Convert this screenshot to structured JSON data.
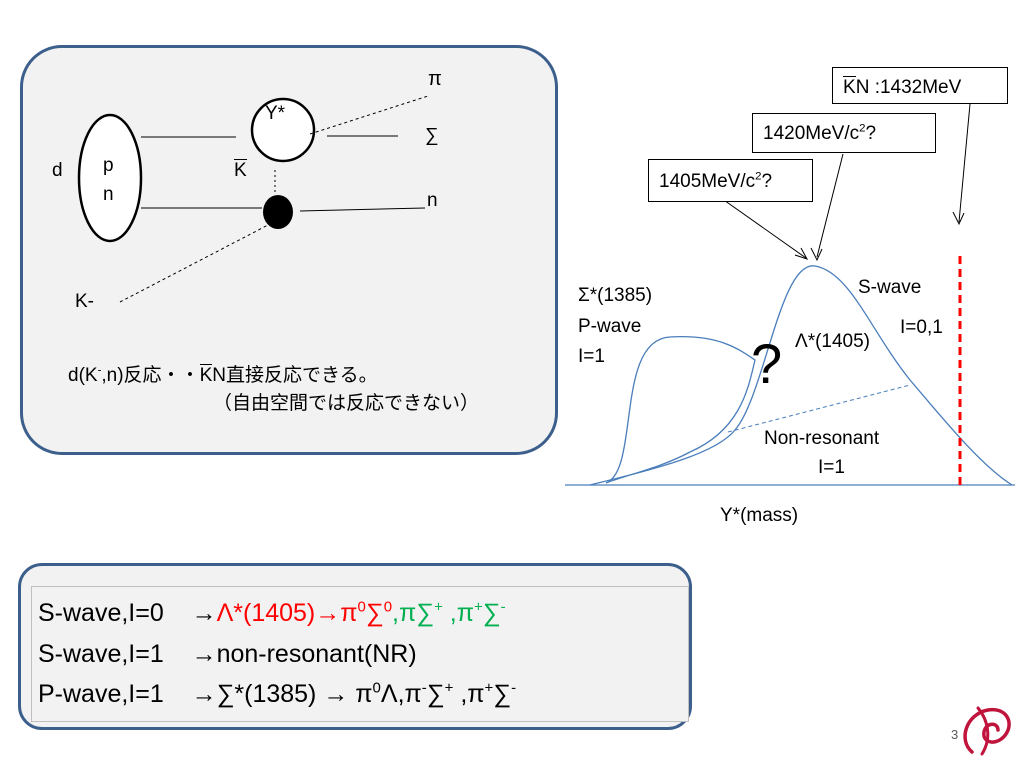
{
  "diagram": {
    "label_pi": "π",
    "label_sigma": "∑",
    "label_n": "n",
    "label_ystar": "Y*",
    "label_kbar": "K",
    "label_d": "d",
    "label_p": "p",
    "label_nuc_n": "n",
    "label_kminus": "K-",
    "caption_line1_pre": "d(K",
    "caption_line1_sup": "-",
    "caption_line1_mid": ",n)反応・・",
    "caption_line1_kbar": "K",
    "caption_line1_post": "N直接反応できる。",
    "caption_line2": "（自由空間では反応できない）"
  },
  "spectrum": {
    "box_kn_bar": "K",
    "box_kn_rest": "N :1432MeV",
    "box_1420": "1420MeV/c",
    "box_1420_sup": "2",
    "box_1420_q": "?",
    "box_1405": "1405MeV/c",
    "box_1405_sup": "2",
    "box_1405_q": "?",
    "sigma_star": "Σ*(1385)",
    "p_wave": "P-wave",
    "i1_left": "I=1",
    "s_wave": "S-wave",
    "i01": "I=0,1",
    "lambda_star": "Λ*(1405)",
    "question": "?",
    "non_resonant": "Non-resonant",
    "i1_nr": "I=1",
    "xlabel": "Y*(mass)",
    "colors": {
      "curve": "#4a7ebb",
      "threshold": "#ff0000"
    }
  },
  "summary": {
    "row1_label": "S-wave,I=0",
    "row1_arrow": "→",
    "row1_red": "Λ*(1405)→π",
    "row1_red_sup1": "0",
    "row1_red_sig": "∑",
    "row1_red_sup2": "0",
    "row1_comma": ",",
    "row1_green_a": "π∑",
    "row1_green_a_sup": "+",
    "row1_green_b": " ,π",
    "row1_green_b_sup": "+",
    "row1_green_c": "∑",
    "row1_green_c_sup": "-",
    "row2_label": "S-wave,I=1",
    "row2_text": "→non-resonant(NR)",
    "row3_label": "P-wave,I=1",
    "row3_text_a": "→∑*(1385)  → π",
    "row3_sup0": "0",
    "row3_text_b": "Λ,π",
    "row3_sup_minus": "-",
    "row3_text_c": "∑",
    "row3_sup_plus": "+",
    "row3_text_d": " ,π",
    "row3_sup_plus2": "+",
    "row3_text_e": "∑",
    "row3_sup_minus2": "-"
  },
  "footer": {
    "page_number": "3"
  }
}
